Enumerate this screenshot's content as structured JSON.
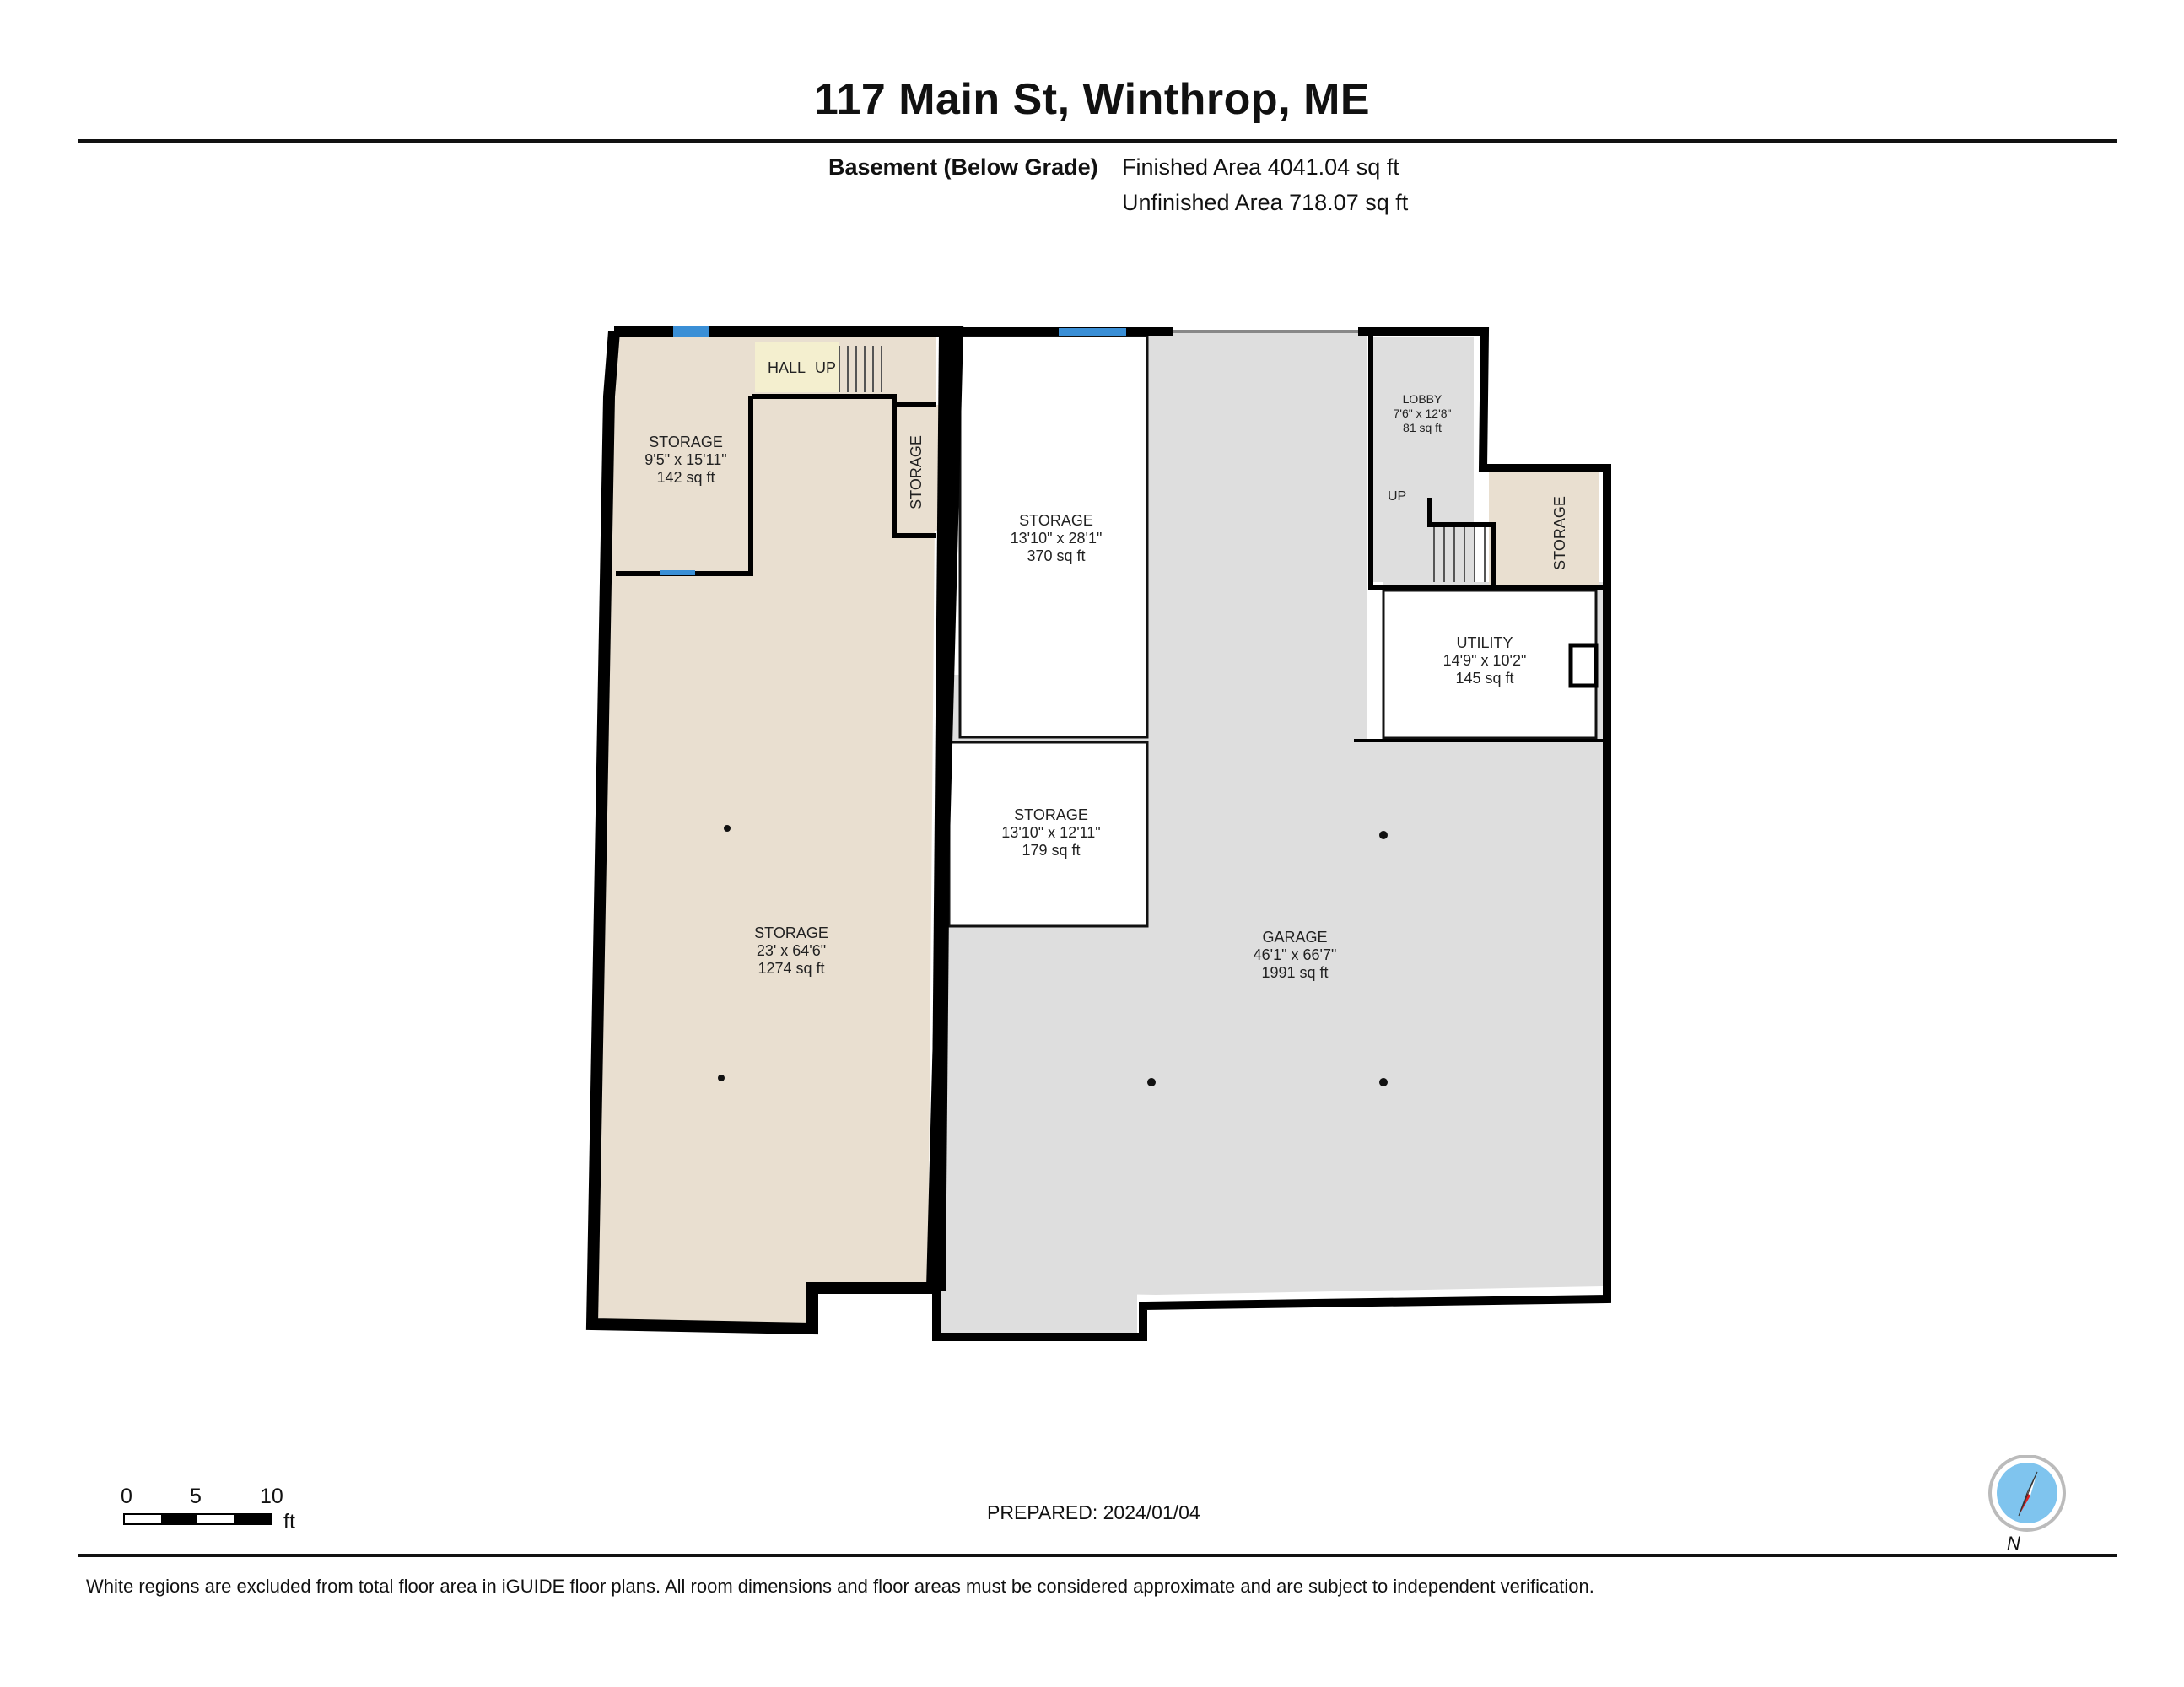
{
  "header": {
    "title": "117 Main St, Winthrop, ME",
    "level": "Basement (Below Grade)",
    "finished_area": "Finished Area 4041.04 sq ft",
    "unfinished_area": "Unfinished Area 718.07 sq ft"
  },
  "rooms": {
    "storage_small": {
      "name": "STORAGE",
      "dims": "9'5\" x 15'11\"",
      "area": "142 sq ft"
    },
    "hall": {
      "name": "HALL",
      "up": "UP"
    },
    "storage_closet": {
      "name": "STORAGE"
    },
    "storage_large": {
      "name": "STORAGE",
      "dims": "23' x 64'6\"",
      "area": "1274 sq ft"
    },
    "storage_mid_upper": {
      "name": "STORAGE",
      "dims": "13'10\" x 28'1\"",
      "area": "370 sq ft"
    },
    "storage_mid_lower": {
      "name": "STORAGE",
      "dims": "13'10\" x 12'11\"",
      "area": "179 sq ft"
    },
    "garage": {
      "name": "GARAGE",
      "dims": "46'1\" x 66'7\"",
      "area": "1991 sq ft"
    },
    "lobby": {
      "name": "LOBBY",
      "dims": "7'6\" x 12'8\"",
      "area": "81 sq ft",
      "up": "UP"
    },
    "storage_right": {
      "name": "STORAGE"
    },
    "utility": {
      "name": "UTILITY",
      "dims": "14'9\" x 10'2\"",
      "area": "145 sq ft"
    }
  },
  "scale": {
    "ticks": [
      "0",
      "5",
      "10"
    ],
    "unit": "ft"
  },
  "prepared": "PREPARED: 2024/01/04",
  "compass": {
    "label": "N",
    "needle_color": "#e02020",
    "face_color": "#7fc4ee"
  },
  "colors": {
    "finished_floor": "#e9dfd0",
    "garage_floor": "#dedede",
    "wall": "#000000",
    "window": "#3a8fd6"
  },
  "footer": {
    "disclaimer": "White regions are excluded from total floor area in iGUIDE floor plans. All room dimensions and floor areas must be considered approximate and are subject to independent verification."
  }
}
